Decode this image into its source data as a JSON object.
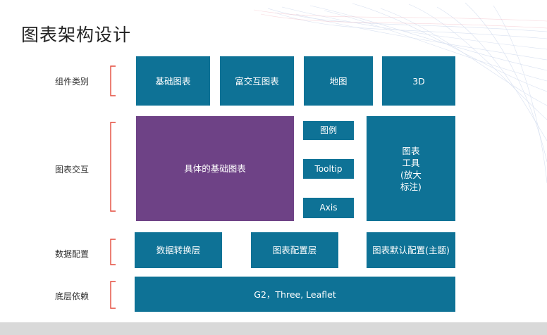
{
  "slide": {
    "title": "图表架构设计",
    "colors": {
      "box": "#0e7296",
      "highlight": "#6e4286",
      "bracket": "#e34a3b",
      "bottom_bar": "#d9d9d9"
    }
  },
  "rows": {
    "components": {
      "label": "组件类别",
      "boxes": [
        "基础图表",
        "富交互图表",
        "地图",
        "3D"
      ]
    },
    "interaction": {
      "label": "图表交互",
      "main": "具体的基础图表",
      "legend": "图例",
      "tooltip": "Tooltip",
      "axis": "Axis",
      "tools": "图表\n工具\n(放大\n标注)"
    },
    "config": {
      "label": "数据配置",
      "boxes": [
        "数据转换层",
        "图表配置层",
        "图表默认配置(主题)"
      ]
    },
    "base": {
      "label": "底层依赖",
      "box": "G2，Three, Leaflet"
    }
  }
}
